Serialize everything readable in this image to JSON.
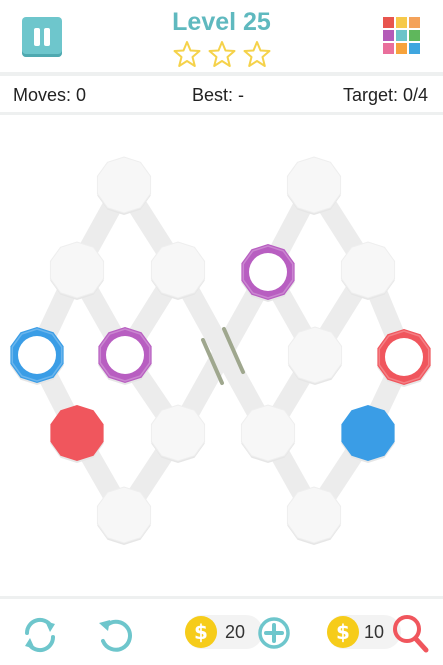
{
  "header": {
    "level_title": "Level 25",
    "stars_total": 3,
    "stars_earned": 0
  },
  "stats": {
    "moves_label": "Moves: 0",
    "best_label": "Best: -",
    "target_label": "Target: 0/4"
  },
  "colors": {
    "accent": "#5fb9bf",
    "red": "#f0565d",
    "blue": "#3a9de6",
    "purple": "#b85ec1",
    "star": "#f5d24a",
    "node": "#f7f7f7",
    "path": "#ececec",
    "search": "#f0565d"
  },
  "level_grid": [
    "#e8554e",
    "#f6c94a",
    "#f4a25a",
    "#b45bb8",
    "#6cc4c9",
    "#5fb75c",
    "#e96f9c",
    "#f7a33c",
    "#3fa6df"
  ],
  "board": {
    "nodes": [
      {
        "id": "n1",
        "state": "empty"
      },
      {
        "id": "n2",
        "state": "empty"
      },
      {
        "id": "n3",
        "state": "empty"
      },
      {
        "id": "n4",
        "state": "ring",
        "color": "purple"
      },
      {
        "id": "n5",
        "state": "empty"
      },
      {
        "id": "n6",
        "state": "ring",
        "color": "blue"
      },
      {
        "id": "n7",
        "state": "ring",
        "color": "purple"
      },
      {
        "id": "n8",
        "state": "empty"
      },
      {
        "id": "n9",
        "state": "ring",
        "color": "red"
      },
      {
        "id": "n10",
        "state": "filled",
        "color": "red"
      },
      {
        "id": "n11",
        "state": "empty"
      },
      {
        "id": "n12",
        "state": "empty"
      },
      {
        "id": "n13",
        "state": "filled",
        "color": "blue"
      },
      {
        "id": "n14",
        "state": "empty"
      },
      {
        "id": "n15",
        "state": "empty"
      }
    ],
    "gate": "divider"
  },
  "footer": {
    "restart_icon": "refresh-icon",
    "undo_icon": "undo-icon",
    "coins_add": "20",
    "coins_hint": "10",
    "coin_symbol": "$",
    "add_icon": "plus-circle-icon",
    "hint_icon": "magnifier-icon"
  }
}
